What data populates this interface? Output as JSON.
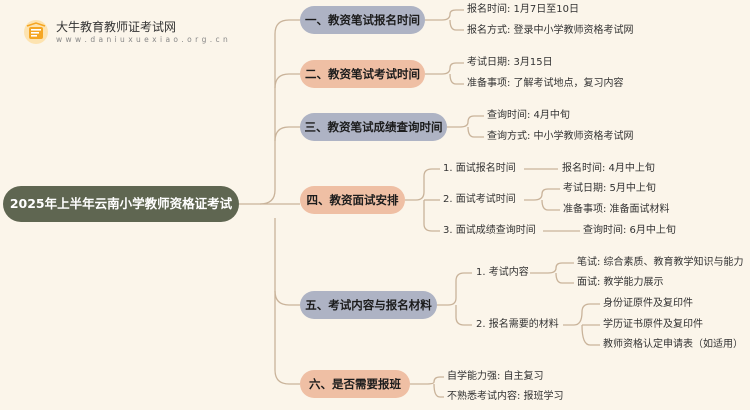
{
  "logo": {
    "title": "大牛教育教师证考试网",
    "url": "w w w . d a n i u x u e x i a o . o r g . c n",
    "icon": "book-icon"
  },
  "root": "2025年上半年云南小学教师资格证考试",
  "sections": {
    "s1": {
      "title": "一、教资笔试报名时间",
      "items": [
        "报名时间: 1月7日至10日",
        "报名方式: 登录中小学教师资格考试网"
      ]
    },
    "s2": {
      "title": "二、教资笔试考试时间",
      "items": [
        "考试日期: 3月15日",
        "准备事项: 了解考试地点，复习内容"
      ]
    },
    "s3": {
      "title": "三、教资笔试成绩查询时间",
      "items": [
        "查询时间: 4月中旬",
        "查询方式: 中小学教师资格考试网"
      ]
    },
    "s4": {
      "title": "四、教资面试安排",
      "subs": [
        "1. 面试报名时间",
        "2. 面试考试时间",
        "3. 面试成绩查询时间"
      ],
      "items": [
        "报名时间: 4月中上旬",
        "考试日期: 5月中上旬",
        "准备事项: 准备面试材料",
        "查询时间: 6月中上旬"
      ]
    },
    "s5": {
      "title": "五、考试内容与报名材料",
      "subs": [
        "1. 考试内容",
        "2. 报名需要的材料"
      ],
      "items": [
        "笔试: 综合素质、教育教学知识与能力",
        "面试: 教学能力展示",
        "身份证原件及复印件",
        "学历证书原件及复印件",
        "教师资格认定申请表（如适用）"
      ]
    },
    "s6": {
      "title": "六、是否需要报班",
      "items": [
        "自学能力强: 自主复习",
        "不熟悉考试内容: 报班学习"
      ]
    }
  },
  "colors": {
    "background": "#fbf5ea",
    "root": "#5f6651",
    "section_gray": "#aeb3c4",
    "section_peach": "#efbfa4",
    "connector": "#c9b39a",
    "logo_orange": "#f5a623"
  }
}
